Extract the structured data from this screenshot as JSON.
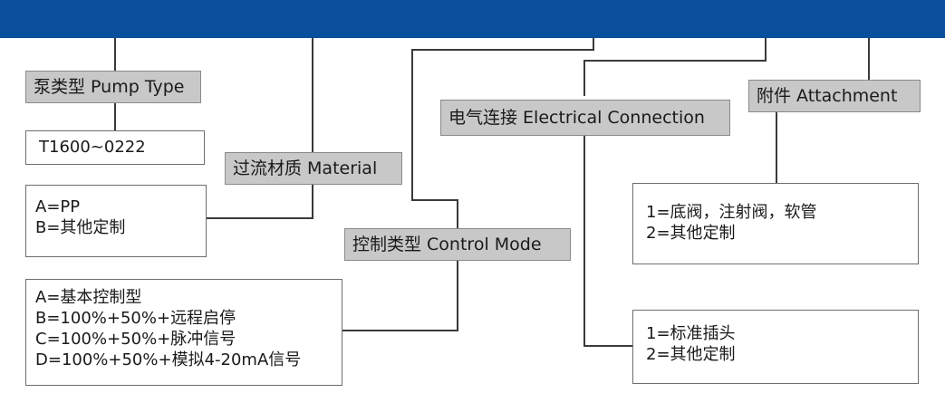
{
  "header_bar_color": "#0a4f9c",
  "pump_type": {
    "label": "泵类型 Pump Type",
    "options": [
      "T1600~0222"
    ]
  },
  "material": {
    "label": "过流材质 Material",
    "options": [
      "A=PP",
      "B=其他定制"
    ]
  },
  "control_mode": {
    "label": "控制类型 Control Mode",
    "options": [
      "A=基本控制型",
      "B=100%+50%+远程启停",
      "C=100%+50%+脉冲信号",
      "D=100%+50%+模拟4-20mA信号"
    ]
  },
  "electrical_connection": {
    "label": "电气连接 Electrical Connection",
    "options": [
      "1=标准插头",
      "2=其他定制"
    ]
  },
  "attachment": {
    "label": "附件 Attachment",
    "options": [
      "1=底阀，注射阀，软管",
      "2=其他定制"
    ]
  }
}
